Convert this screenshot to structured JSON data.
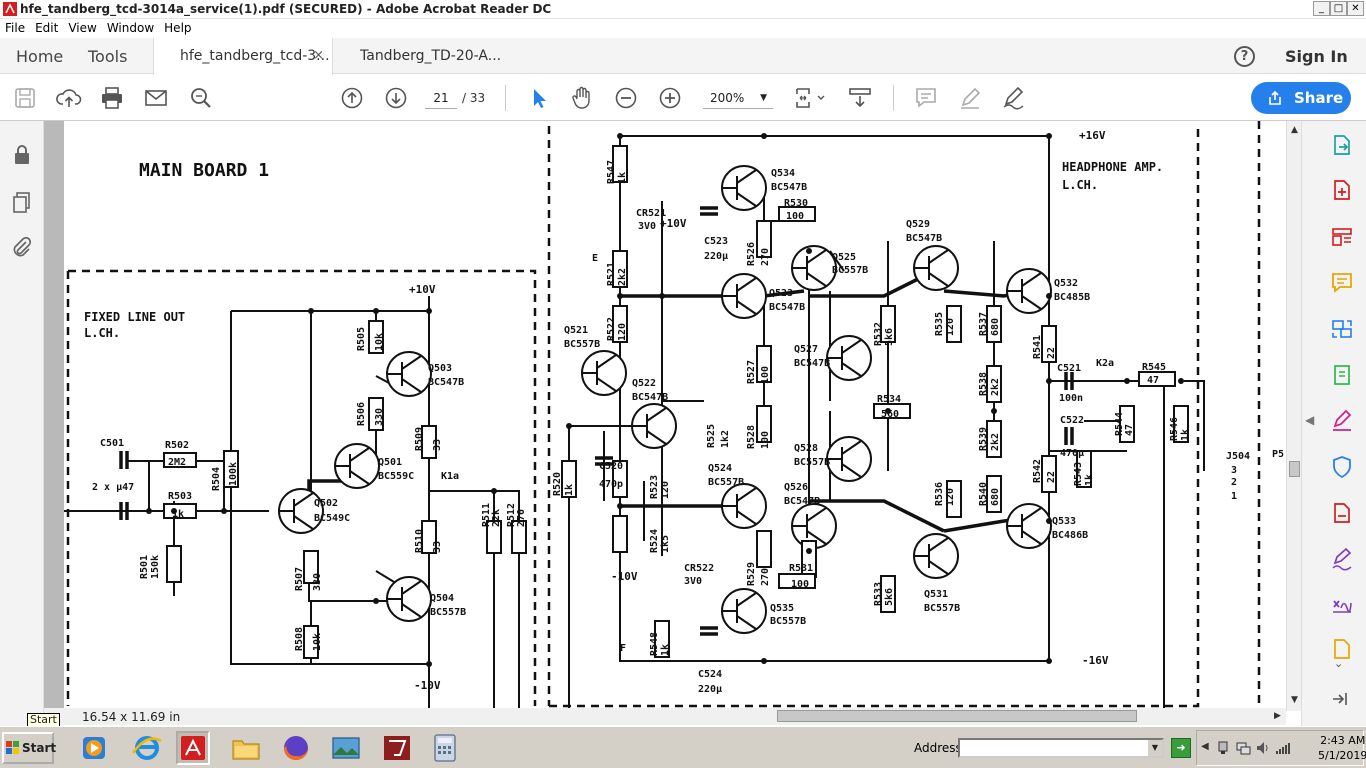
{
  "window": {
    "title": "hfe_tandberg_tcd-3014a_service(1).pdf (SECURED) - Adobe Acrobat Reader DC",
    "controls": [
      "_",
      "□",
      "✕"
    ]
  },
  "menu": [
    "File",
    "Edit",
    "View",
    "Window",
    "Help"
  ],
  "tabs": {
    "home": "Home",
    "tools": "Tools",
    "doc1": "hfe_tandberg_tcd-3...",
    "doc2": "Tandberg_TD-20-A...",
    "close": "×",
    "signin": "Sign In",
    "help": "?"
  },
  "toolbar": {
    "page_current": "21",
    "page_total": "/  33",
    "zoom": "200%",
    "share": "Share"
  },
  "status": {
    "page_size": "16.54 x 11.69 in",
    "tooltip": "Start"
  },
  "schematic": {
    "title": "MAIN BOARD 1",
    "section_left": "FIXED LINE OUT",
    "section_left_ch": "L.CH.",
    "section_right": "HEADPHONE AMP.",
    "section_right_ch": "L.CH.",
    "rails": {
      "p10": "+10V",
      "m10": "-10V",
      "p16": "+16V",
      "m16": "-16V",
      "p10b": "+10V",
      "m10b": "-10V"
    },
    "left_labels": [
      {
        "t": "C501"
      },
      {
        "t": "2 x µ47"
      },
      {
        "t": "R502"
      },
      {
        "t": "2M2"
      },
      {
        "t": "R503"
      },
      {
        "t": "1k"
      },
      {
        "t": "R504"
      },
      {
        "t": "100k"
      },
      {
        "t": "R501"
      },
      {
        "t": "150k"
      },
      {
        "t": "Q502"
      },
      {
        "t": "BC549C"
      },
      {
        "t": "Q501"
      },
      {
        "t": "BC559C"
      },
      {
        "t": "Q503"
      },
      {
        "t": "BC547B"
      },
      {
        "t": "Q504"
      },
      {
        "t": "BC557B"
      },
      {
        "t": "R505"
      },
      {
        "t": "10k"
      },
      {
        "t": "R506"
      },
      {
        "t": "330"
      },
      {
        "t": "R507"
      },
      {
        "t": "330"
      },
      {
        "t": "R508"
      },
      {
        "t": "10k"
      },
      {
        "t": "R509"
      },
      {
        "t": "33"
      },
      {
        "t": "R510"
      },
      {
        "t": "33"
      },
      {
        "t": "K1a"
      },
      {
        "t": "R511"
      },
      {
        "t": "22k"
      },
      {
        "t": "R512"
      },
      {
        "t": "270"
      }
    ],
    "right_labels": [
      {
        "t": "R547"
      },
      {
        "t": "1k"
      },
      {
        "t": "CR521"
      },
      {
        "t": "3V0"
      },
      {
        "t": "E"
      },
      {
        "t": "R521"
      },
      {
        "t": "2k2"
      },
      {
        "t": "R522"
      },
      {
        "t": "120"
      },
      {
        "t": "Q521"
      },
      {
        "t": "BC557B"
      },
      {
        "t": "Q522"
      },
      {
        "t": "BC547B"
      },
      {
        "t": "C520"
      },
      {
        "t": "470p"
      },
      {
        "t": "R520"
      },
      {
        "t": "1k"
      },
      {
        "t": "R523"
      },
      {
        "t": "120"
      },
      {
        "t": "R524"
      },
      {
        "t": "1k5"
      },
      {
        "t": "CR522"
      },
      {
        "t": "3V0"
      },
      {
        "t": "F"
      },
      {
        "t": "R548"
      },
      {
        "t": "1k"
      },
      {
        "t": "Q534"
      },
      {
        "t": "BC547B"
      },
      {
        "t": "C523"
      },
      {
        "t": "220µ"
      },
      {
        "t": "R530"
      },
      {
        "t": "100"
      },
      {
        "t": "R526"
      },
      {
        "t": "270"
      },
      {
        "t": "Q523"
      },
      {
        "t": "BC547B"
      },
      {
        "t": "Q525"
      },
      {
        "t": "BC557B"
      },
      {
        "t": "R527"
      },
      {
        "t": "100"
      },
      {
        "t": "R525"
      },
      {
        "t": "1k2"
      },
      {
        "t": "R528"
      },
      {
        "t": "100"
      },
      {
        "t": "Q524"
      },
      {
        "t": "BC557B"
      },
      {
        "t": "Q526"
      },
      {
        "t": "BC547B"
      },
      {
        "t": "R529"
      },
      {
        "t": "270"
      },
      {
        "t": "R531"
      },
      {
        "t": "100"
      },
      {
        "t": "Q535"
      },
      {
        "t": "BC557B"
      },
      {
        "t": "C524"
      },
      {
        "t": "220µ"
      },
      {
        "t": "Q527"
      },
      {
        "t": "BC547B"
      },
      {
        "t": "Q528"
      },
      {
        "t": "BC557B"
      },
      {
        "t": "R532"
      },
      {
        "t": "5k6"
      },
      {
        "t": "R533"
      },
      {
        "t": "5k6"
      },
      {
        "t": "R534"
      },
      {
        "t": "560"
      },
      {
        "t": "Q529"
      },
      {
        "t": "BC547B"
      },
      {
        "t": "Q531"
      },
      {
        "t": "BC557B"
      },
      {
        "t": "R535"
      },
      {
        "t": "120"
      },
      {
        "t": "R536"
      },
      {
        "t": "120"
      },
      {
        "t": "R537"
      },
      {
        "t": "680"
      },
      {
        "t": "R538"
      },
      {
        "t": "2k2"
      },
      {
        "t": "R539"
      },
      {
        "t": "2k2"
      },
      {
        "t": "R540"
      },
      {
        "t": "680"
      },
      {
        "t": "Q532"
      },
      {
        "t": "BC485B"
      },
      {
        "t": "Q533"
      },
      {
        "t": "BC486B"
      },
      {
        "t": "R541"
      },
      {
        "t": "22"
      },
      {
        "t": "R542"
      },
      {
        "t": "22"
      },
      {
        "t": "C521"
      },
      {
        "t": "100n"
      },
      {
        "t": "C522"
      },
      {
        "t": "470µ"
      },
      {
        "t": "R543"
      },
      {
        "t": "1k"
      },
      {
        "t": "K2a"
      },
      {
        "t": "R545"
      },
      {
        "t": "47"
      },
      {
        "t": "R544"
      },
      {
        "t": "47"
      },
      {
        "t": "R546"
      },
      {
        "t": "1k"
      },
      {
        "t": "J504"
      },
      {
        "t": "3"
      },
      {
        "t": "2"
      },
      {
        "t": "1"
      },
      {
        "t": "P5"
      }
    ]
  },
  "taskbar": {
    "start": "Start",
    "address_label": "Address",
    "address_value": "",
    "time": "2:43 AM",
    "date": "5/1/2019"
  },
  "colors": {
    "accent": "#2680eb",
    "acrobat_red": "#d21e1e",
    "right_icons": "#2680eb"
  }
}
